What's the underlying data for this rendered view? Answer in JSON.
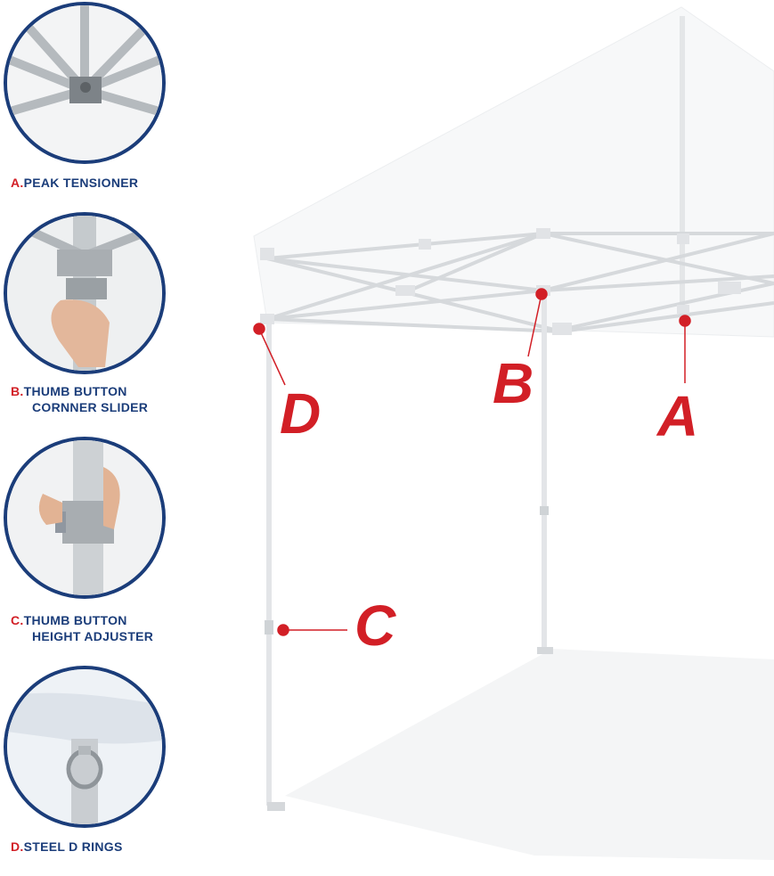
{
  "details": [
    {
      "letter": "A.",
      "line1": "PEAK TENSIONER",
      "line2": ""
    },
    {
      "letter": "B.",
      "line1": "THUMB BUTTON",
      "line2": "CORNNER SLIDER"
    },
    {
      "letter": "C.",
      "line1": "THUMB BUTTON",
      "line2": "HEIGHT ADJUSTER"
    },
    {
      "letter": "D.",
      "line1": "STEEL D RINGS",
      "line2": ""
    }
  ],
  "callouts": {
    "a": "A",
    "b": "B",
    "c": "C",
    "d": "D"
  },
  "colors": {
    "brand_blue": "#1b3d7a",
    "accent_red": "#d21f26",
    "frame_gray": "#c9cdd1"
  }
}
